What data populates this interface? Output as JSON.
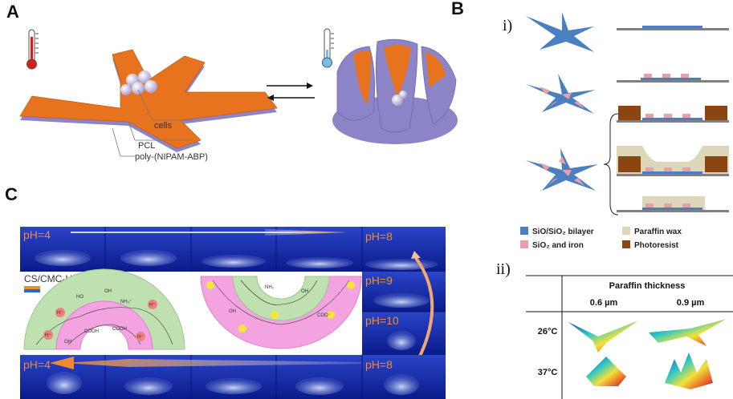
{
  "panel_a": {
    "letter": "A",
    "labels": {
      "cells": "cells",
      "pcl": "PCL",
      "polymer": "poly-(NIPAM-ABP)"
    }
  },
  "panel_b": {
    "letter": "B",
    "step_i": "i)",
    "step_ii": "ii)",
    "legend": {
      "bilayer": "SiO/SiO₂ bilayer",
      "iron": "SiO₂ and iron",
      "wax": "Paraffin wax",
      "photoresist": "Photoresist"
    },
    "colors": {
      "bilayer": "#4a7fc1",
      "iron": "#e8a0a8",
      "wax": "#ddd6b8",
      "photoresist": "#8b4513"
    },
    "table": {
      "header": "Paraffin thickness",
      "col1": "0.6 µm",
      "col2": "0.9 µm",
      "row1": "26°C",
      "row2": "37°C"
    }
  },
  "panel_c": {
    "letter": "C",
    "material": "CS/CMC-H",
    "ph_top_left": "pH=4",
    "ph_top_right": "pH=8",
    "ph_mid1": "pH=9",
    "ph_mid2": "pH=10",
    "ph_bot_right": "pH=8",
    "ph_bot_left": "pH=4",
    "chem": {
      "h": "H⁺",
      "oh": "OH",
      "ho": "HO",
      "cooh": "COOH",
      "coo": "COO⁻",
      "nh2": "NH₂",
      "nh3": "NH₃⁺"
    }
  }
}
